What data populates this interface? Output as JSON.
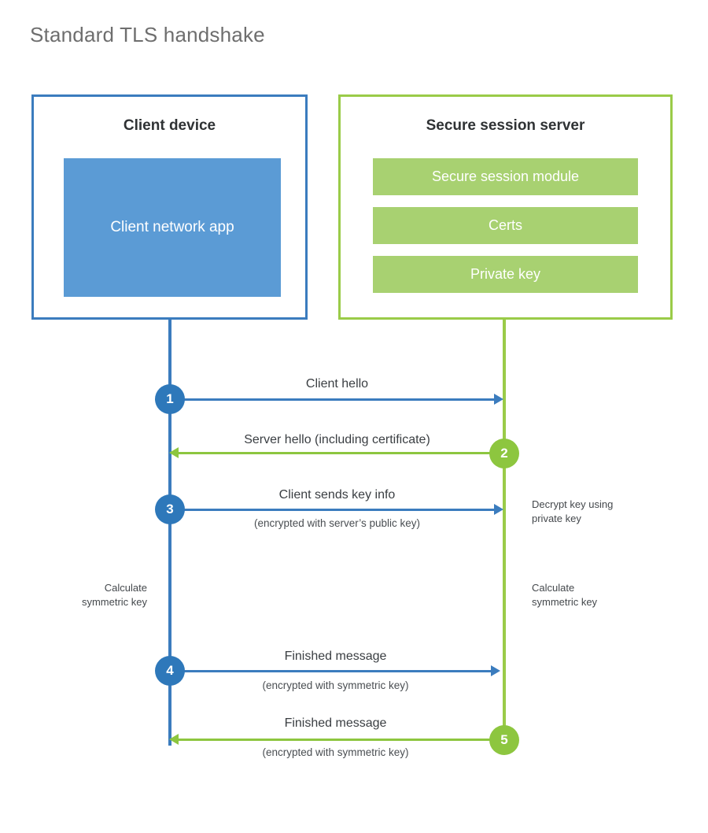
{
  "title": "Standard TLS handshake",
  "colors": {
    "client_accent": "#3b7cbe",
    "client_fill": "#5b9bd5",
    "server_accent": "#9acb48",
    "server_fill": "#a8d171",
    "step_blue": "#2e78ba",
    "step_green": "#8dc63f",
    "title_text": "#6e6e6e",
    "body_text": "#3a3e42",
    "background": "#ffffff"
  },
  "client": {
    "title": "Client device",
    "app_label": "Client network app"
  },
  "server": {
    "title": "Secure session server",
    "modules": [
      {
        "label": "Secure session module"
      },
      {
        "label": "Certs"
      },
      {
        "label": "Private key"
      }
    ]
  },
  "steps": [
    {
      "number": "1",
      "label": "Client hello",
      "sublabel": "",
      "direction": "client-to-server",
      "color": "blue"
    },
    {
      "number": "2",
      "label": "Server hello (including certificate)",
      "sublabel": "",
      "direction": "server-to-client",
      "color": "green"
    },
    {
      "number": "3",
      "label": "Client sends key info",
      "sublabel": "(encrypted with server’s public key)",
      "direction": "client-to-server",
      "color": "blue"
    },
    {
      "number": "4",
      "label": "Finished message",
      "sublabel": "(encrypted with symmetric key)",
      "direction": "client-to-server",
      "color": "blue"
    },
    {
      "number": "5",
      "label": "Finished message",
      "sublabel": "(encrypted with symmetric key)",
      "direction": "server-to-client",
      "color": "green"
    }
  ],
  "notes": {
    "server_decrypt": "Decrypt key using\nprivate key",
    "client_calculate": "Calculate\nsymmetric key",
    "server_calculate": "Calculate\nsymmetric key"
  }
}
